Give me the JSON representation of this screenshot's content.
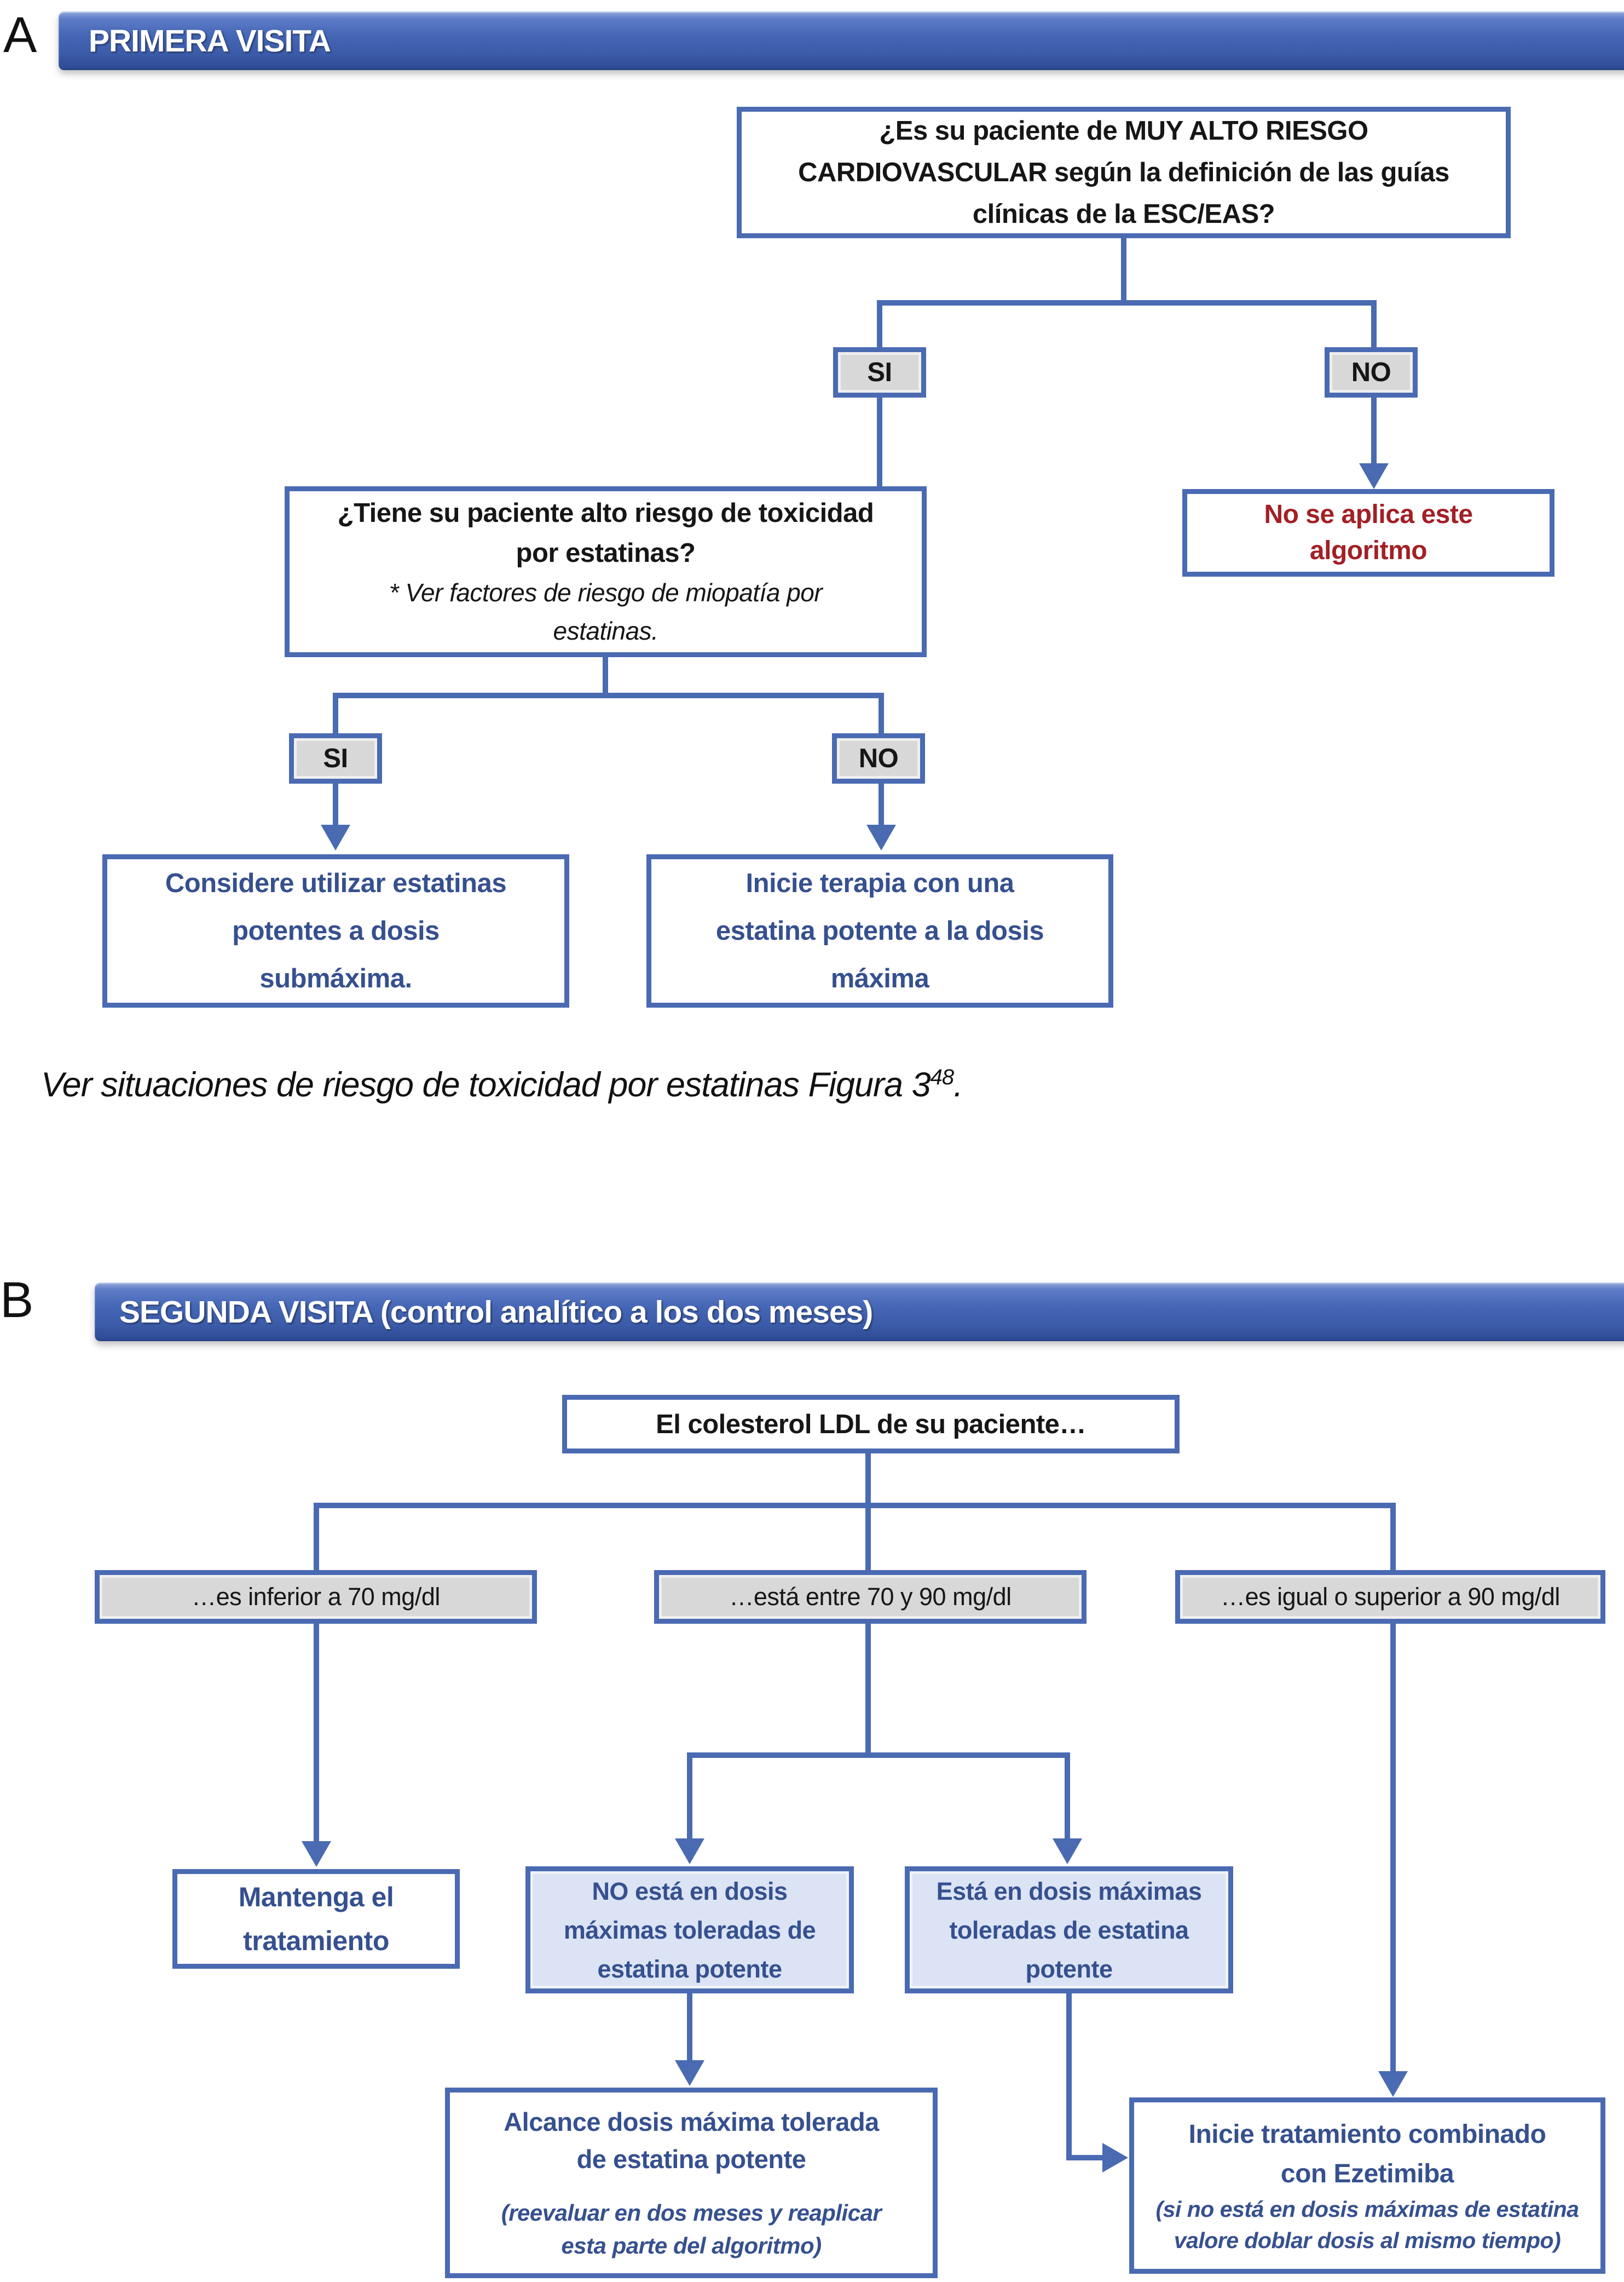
{
  "colors": {
    "connector_blue": "#4a6ab2",
    "header_blue": "#3c5ba8",
    "dark_blue_text": "#36508f",
    "dark_red_text": "#a12026",
    "gray_fill": "#d8d8d8",
    "light_blue_fill": "#dbe3f4"
  },
  "panel_a": {
    "label": "A",
    "header": "PRIMERA VISITA",
    "question1": "¿Es su paciente de MUY ALTO RIESGO\nCARDIOVASCULAR según la definición de las guías\nclínicas de la ESC/EAS?",
    "yes1": "SI",
    "no1": "NO",
    "question2_title": "¿Tiene su paciente alto riesgo de toxicidad\npor estatinas?",
    "question2_note": "* Ver factores de riesgo de miopatía por\nestatinas.",
    "not_apply": "No se aplica este\nalgoritmo",
    "yes2": "SI",
    "no2": "NO",
    "outcome_yes": "Considere utilizar estatinas\npotentes a dosis\nsubmáxima.",
    "outcome_no": "Inicie terapia con una\nestatina potente a la dosis\nmáxima",
    "caption_main": "Ver situaciones de riesgo de toxicidad por estatinas Figura 3",
    "caption_sup": "48",
    "caption_end": "."
  },
  "panel_b": {
    "label": "B",
    "header": "SEGUNDA VISITA (control analítico a los dos meses)",
    "question": "El colesterol LDL de su paciente…",
    "branch_low": "…es inferior a 70 mg/dl",
    "branch_mid": "…está entre 70 y 90 mg/dl",
    "branch_high": "…es igual o superior a 90 mg/dl",
    "keep": "Mantenga el\ntratamiento",
    "not_max": "NO está en dosis\nmáximas toleradas de\nestatina potente",
    "at_max": "Está en dosis máximas\ntoleradas de estatina\npotente",
    "reach_title": "Alcance dosis máxima tolerada\nde estatina potente",
    "reach_note": "(reevaluar en dos meses y reaplicar\nesta parte del algoritmo)",
    "combo_title": "Inicie tratamiento combinado\ncon Ezetimiba",
    "combo_note": "(si no está en dosis máximas de estatina\nvalore doblar dosis al mismo tiempo)"
  }
}
